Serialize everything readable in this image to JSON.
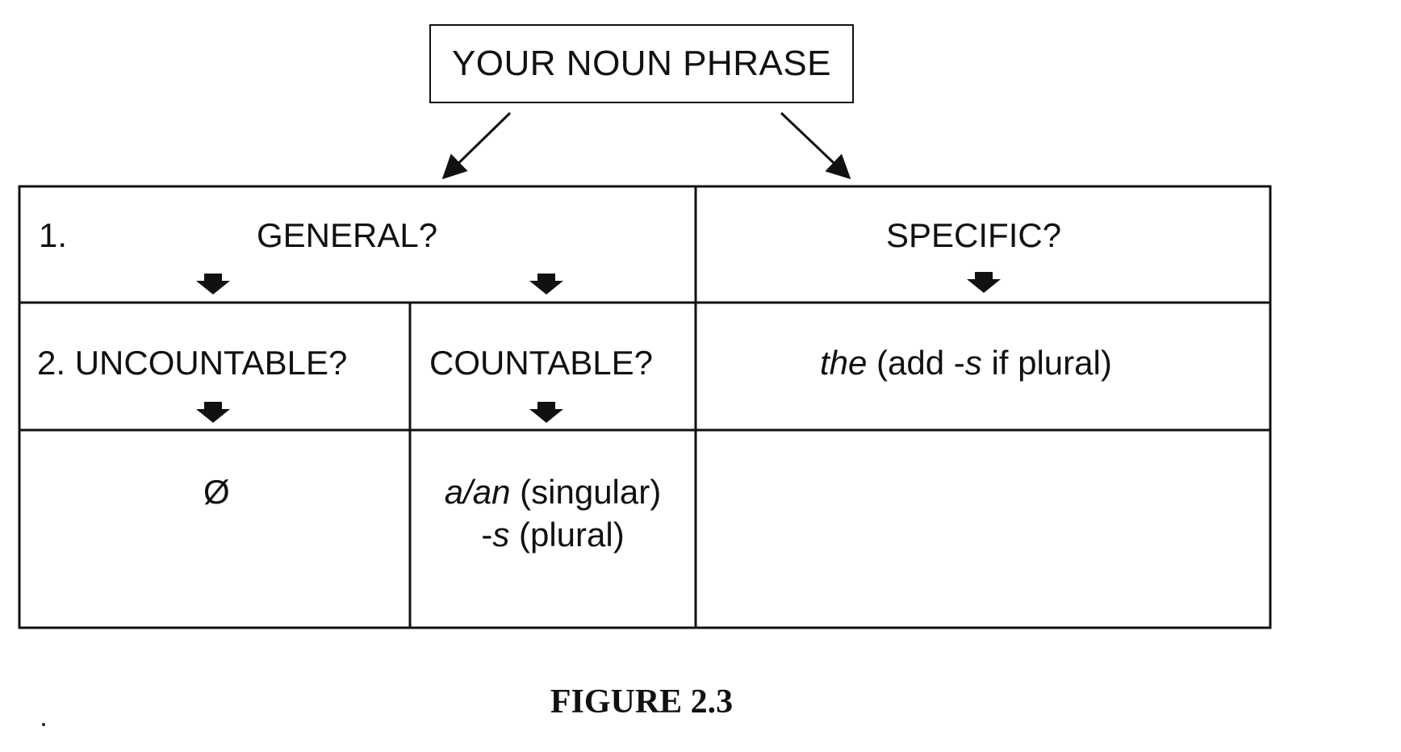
{
  "root": {
    "label": "YOUR NOUN PHRASE"
  },
  "row1": {
    "number": "1.",
    "general": "GENERAL?",
    "specific": "SPECIFIC?"
  },
  "row2": {
    "uncountable": "2. UNCOUNTABLE?",
    "countable": "COUNTABLE?",
    "specific_rule_italic": "the",
    "specific_rule_a": " (add -",
    "specific_rule_italic2": "s",
    "specific_rule_b": " if plural)"
  },
  "row3": {
    "uncountable_result": "Ø",
    "countable_line1_italic": "a/an",
    "countable_line1_rest": " (singular)",
    "countable_line2_prefix": "-",
    "countable_line2_italic": "s",
    "countable_line2_rest": " (plural)"
  },
  "caption": "FIGURE 2.3",
  "colors": {
    "ink": "#111111",
    "background": "#ffffff"
  },
  "icons": [
    "down-arrow-icon",
    "branch-arrow-icon"
  ]
}
